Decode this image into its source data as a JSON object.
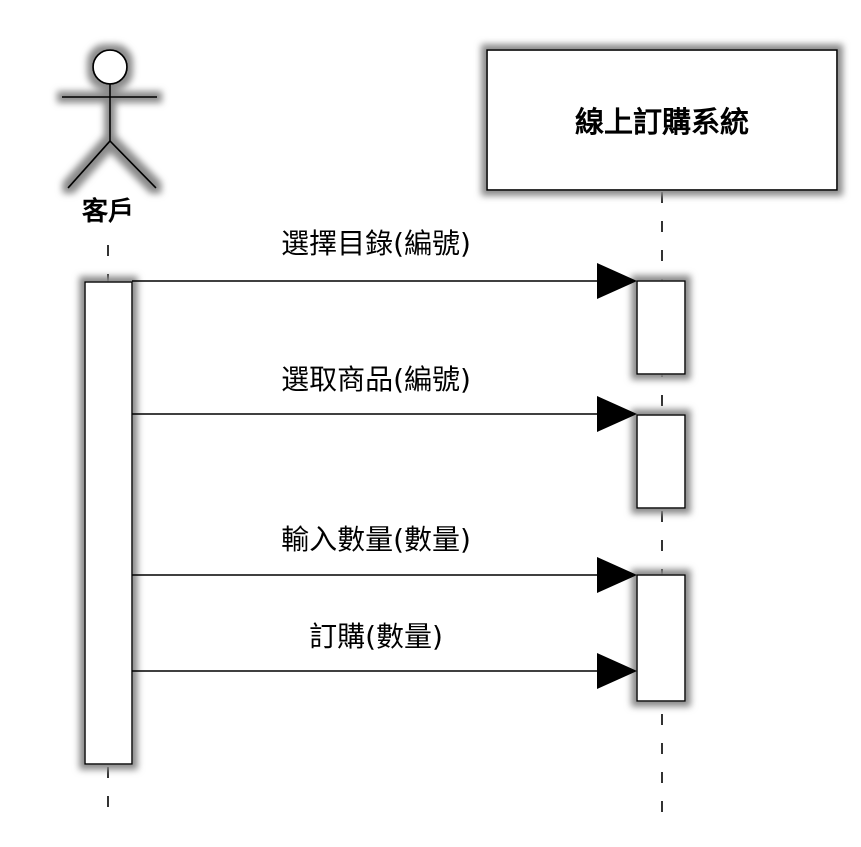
{
  "diagram": {
    "actor": {
      "label": "客戶",
      "icon": "stick-figure-icon"
    },
    "system": {
      "label": "線上訂購系統"
    },
    "messages": [
      {
        "label": "選擇目錄(編號)"
      },
      {
        "label": "選取商品(編號)"
      },
      {
        "label": "輸入數量(數量)"
      },
      {
        "label": "訂購(數量)"
      }
    ]
  }
}
